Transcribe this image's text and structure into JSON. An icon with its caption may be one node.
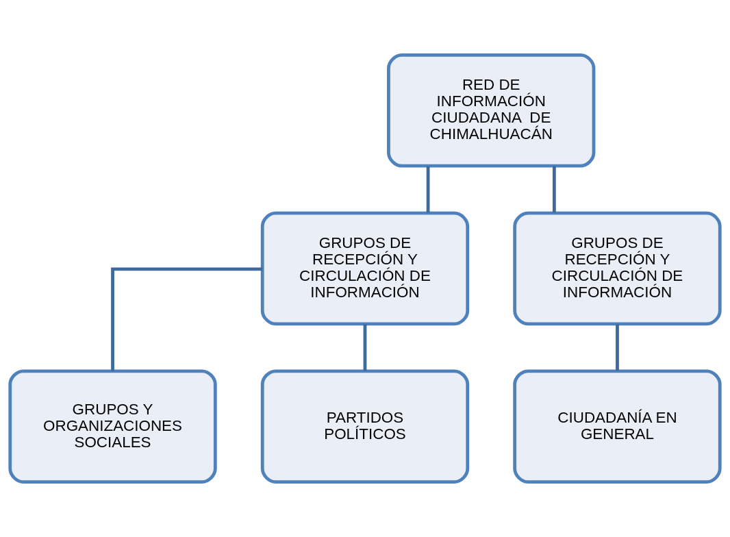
{
  "diagram": {
    "nodes": [
      {
        "text": [
          "RED DE INFORMACIÓN CIUDADANA  DE CHIMALHUACÁN"
        ]
      },
      {
        "text": [
          "GRUPOS DE RECEPCIÓN Y CIRCULACIÓN DE INFORMACIÓN"
        ]
      },
      {
        "text": [
          "GRUPOS DE RECEPCIÓN Y CIRCULACIÓN DE INFORMACIÓN"
        ]
      },
      {
        "text": [
          "GRUPOS Y ORGANIZACIONES SOCIALES"
        ]
      },
      {
        "text": [
          "PARTIDOS POLÍTICOS"
        ]
      },
      {
        "text": [
          "CIUDADANÍA EN GENERAL"
        ]
      }
    ],
    "edges": [
      {
        "from": 0,
        "to": 1,
        "arrow": "none"
      },
      {
        "from": 0,
        "to": 2,
        "arrow": "none"
      },
      {
        "from": 1,
        "to": 3,
        "arrow": "none"
      },
      {
        "from": 1,
        "to": 4,
        "arrow": "none"
      },
      {
        "from": 2,
        "to": 5,
        "arrow": "none"
      }
    ]
  }
}
